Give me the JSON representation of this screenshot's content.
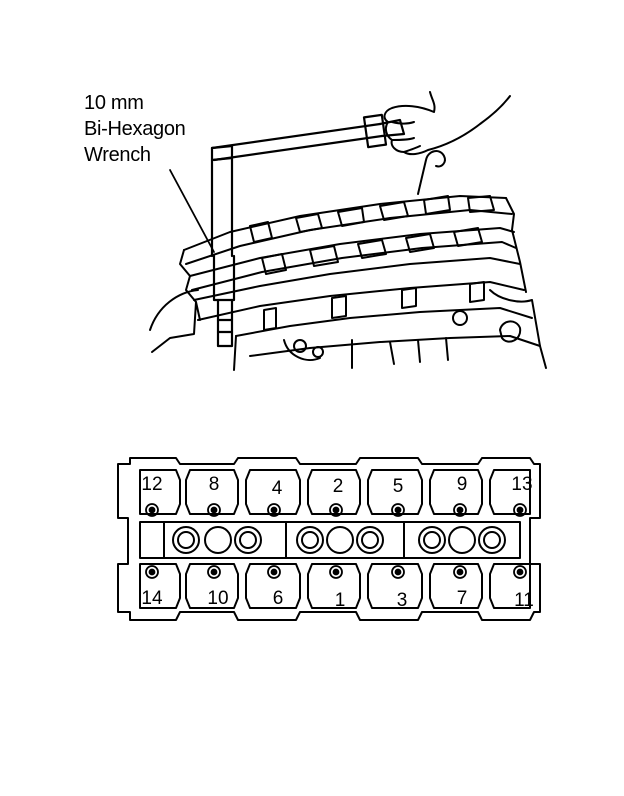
{
  "label": {
    "size": "10 mm",
    "type": "Bi-Hexagon",
    "tool": "Wrench"
  },
  "bolt_sequence": {
    "top_row": [
      "12",
      "8",
      "4",
      "2",
      "5",
      "9",
      "13"
    ],
    "bottom_row": [
      "14",
      "10",
      "6",
      "1",
      "3",
      "7",
      "11"
    ]
  }
}
